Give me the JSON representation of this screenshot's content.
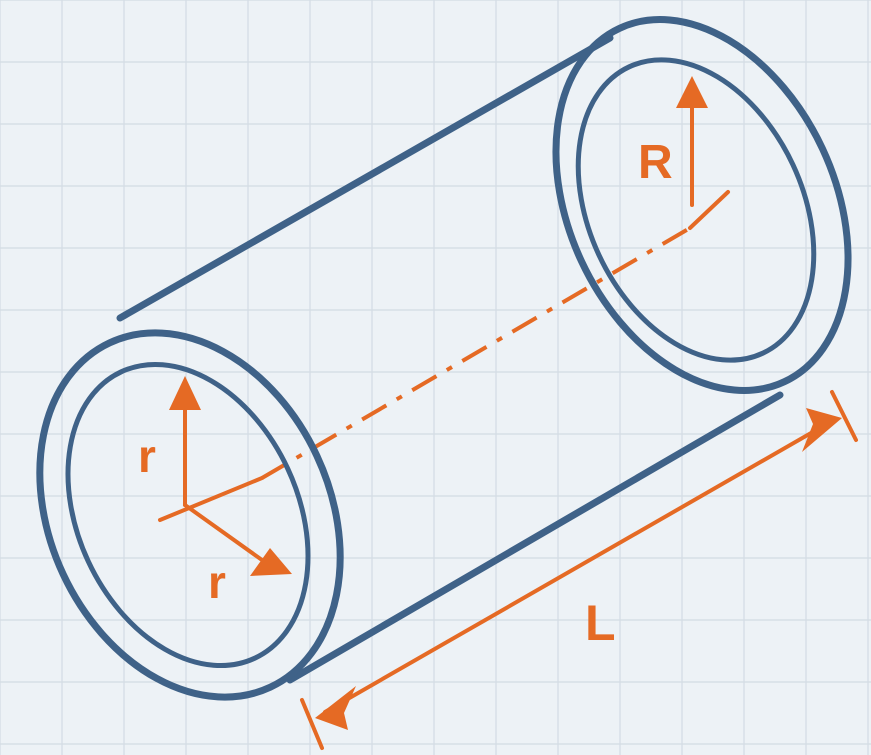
{
  "labels": {
    "outer_radius": "R",
    "inner_radius_vertical": "r",
    "inner_radius_horizontal": "r",
    "length": "L"
  },
  "colors": {
    "background": "#edf2f6",
    "grid": "#d3dce4",
    "tube_outline": "#3f6288",
    "dimension": "#e56a24"
  }
}
